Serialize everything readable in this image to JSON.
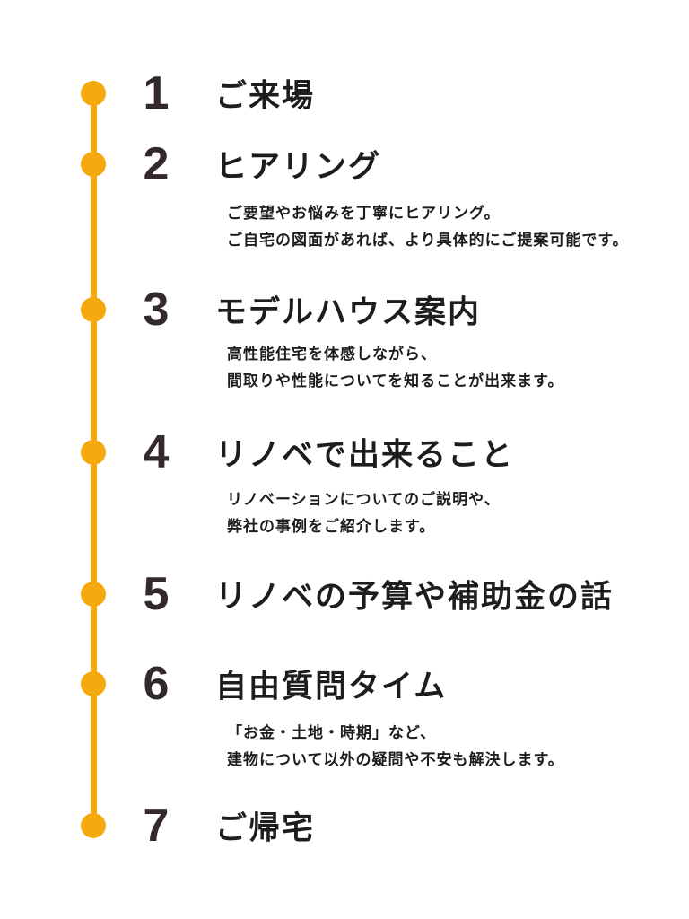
{
  "colors": {
    "accent_yellow": "#F5A90E",
    "number_brown": "#33292A",
    "text_black": "#1D1D1D"
  },
  "timeline": {
    "steps": [
      {
        "number": "1",
        "title": "ご来場",
        "description": []
      },
      {
        "number": "2",
        "title": "ヒアリング",
        "description": [
          "ご要望やお悩みを丁寧にヒアリング。",
          "ご自宅の図面があれば、より具体的にご提案可能です。"
        ]
      },
      {
        "number": "3",
        "title": "モデルハウス案内",
        "description": [
          "高性能住宅を体感しながら、",
          "間取りや性能についてを知ることが出来ます。"
        ]
      },
      {
        "number": "4",
        "title": "リノベで出来ること",
        "description": [
          "リノベーションについてのご説明や、",
          "弊社の事例をご紹介します。"
        ]
      },
      {
        "number": "5",
        "title": "リノベの予算や補助金の話",
        "description": []
      },
      {
        "number": "6",
        "title": "自由質問タイム",
        "description": [
          "「お金・土地・時期」など、",
          "建物について以外の疑問や不安も解決します。"
        ]
      },
      {
        "number": "7",
        "title": "ご帰宅",
        "description": []
      }
    ]
  }
}
